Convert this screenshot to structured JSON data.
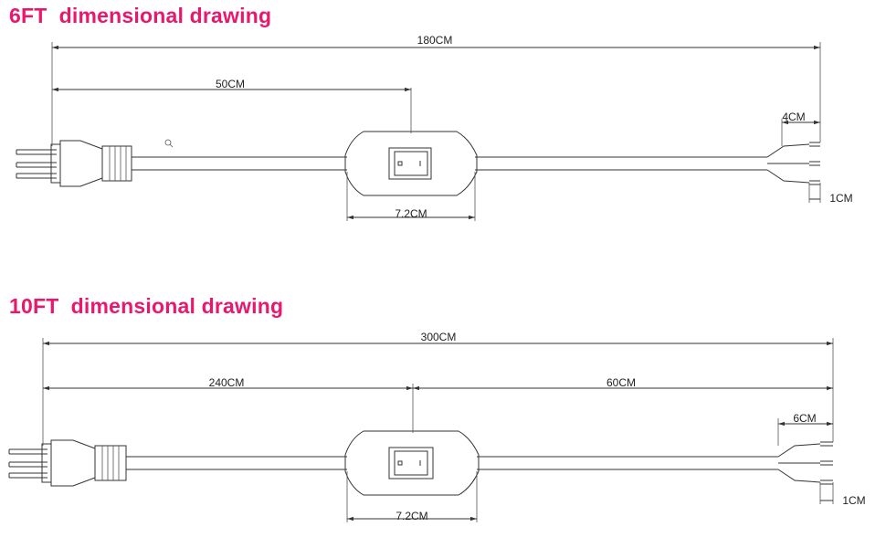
{
  "drawings": [
    {
      "title": "6FT  dimensional drawing",
      "dim_total": "180CM",
      "dim_switch_distance": "50CM",
      "dim_switch_width": "7.2CM",
      "dim_strip_length": "4CM",
      "dim_wire_end": "1CM"
    },
    {
      "title": "10FT  dimensional drawing",
      "dim_total": "300CM",
      "dim_switch_distance": "240CM",
      "dim_remaining": "60CM",
      "dim_switch_width": "7.2CM",
      "dim_strip_length": "6CM",
      "dim_wire_end": "1CM"
    }
  ],
  "icons": {
    "magnifier": "magnifier-icon"
  },
  "colors": {
    "title": "#e8186d",
    "line": "#333333"
  }
}
